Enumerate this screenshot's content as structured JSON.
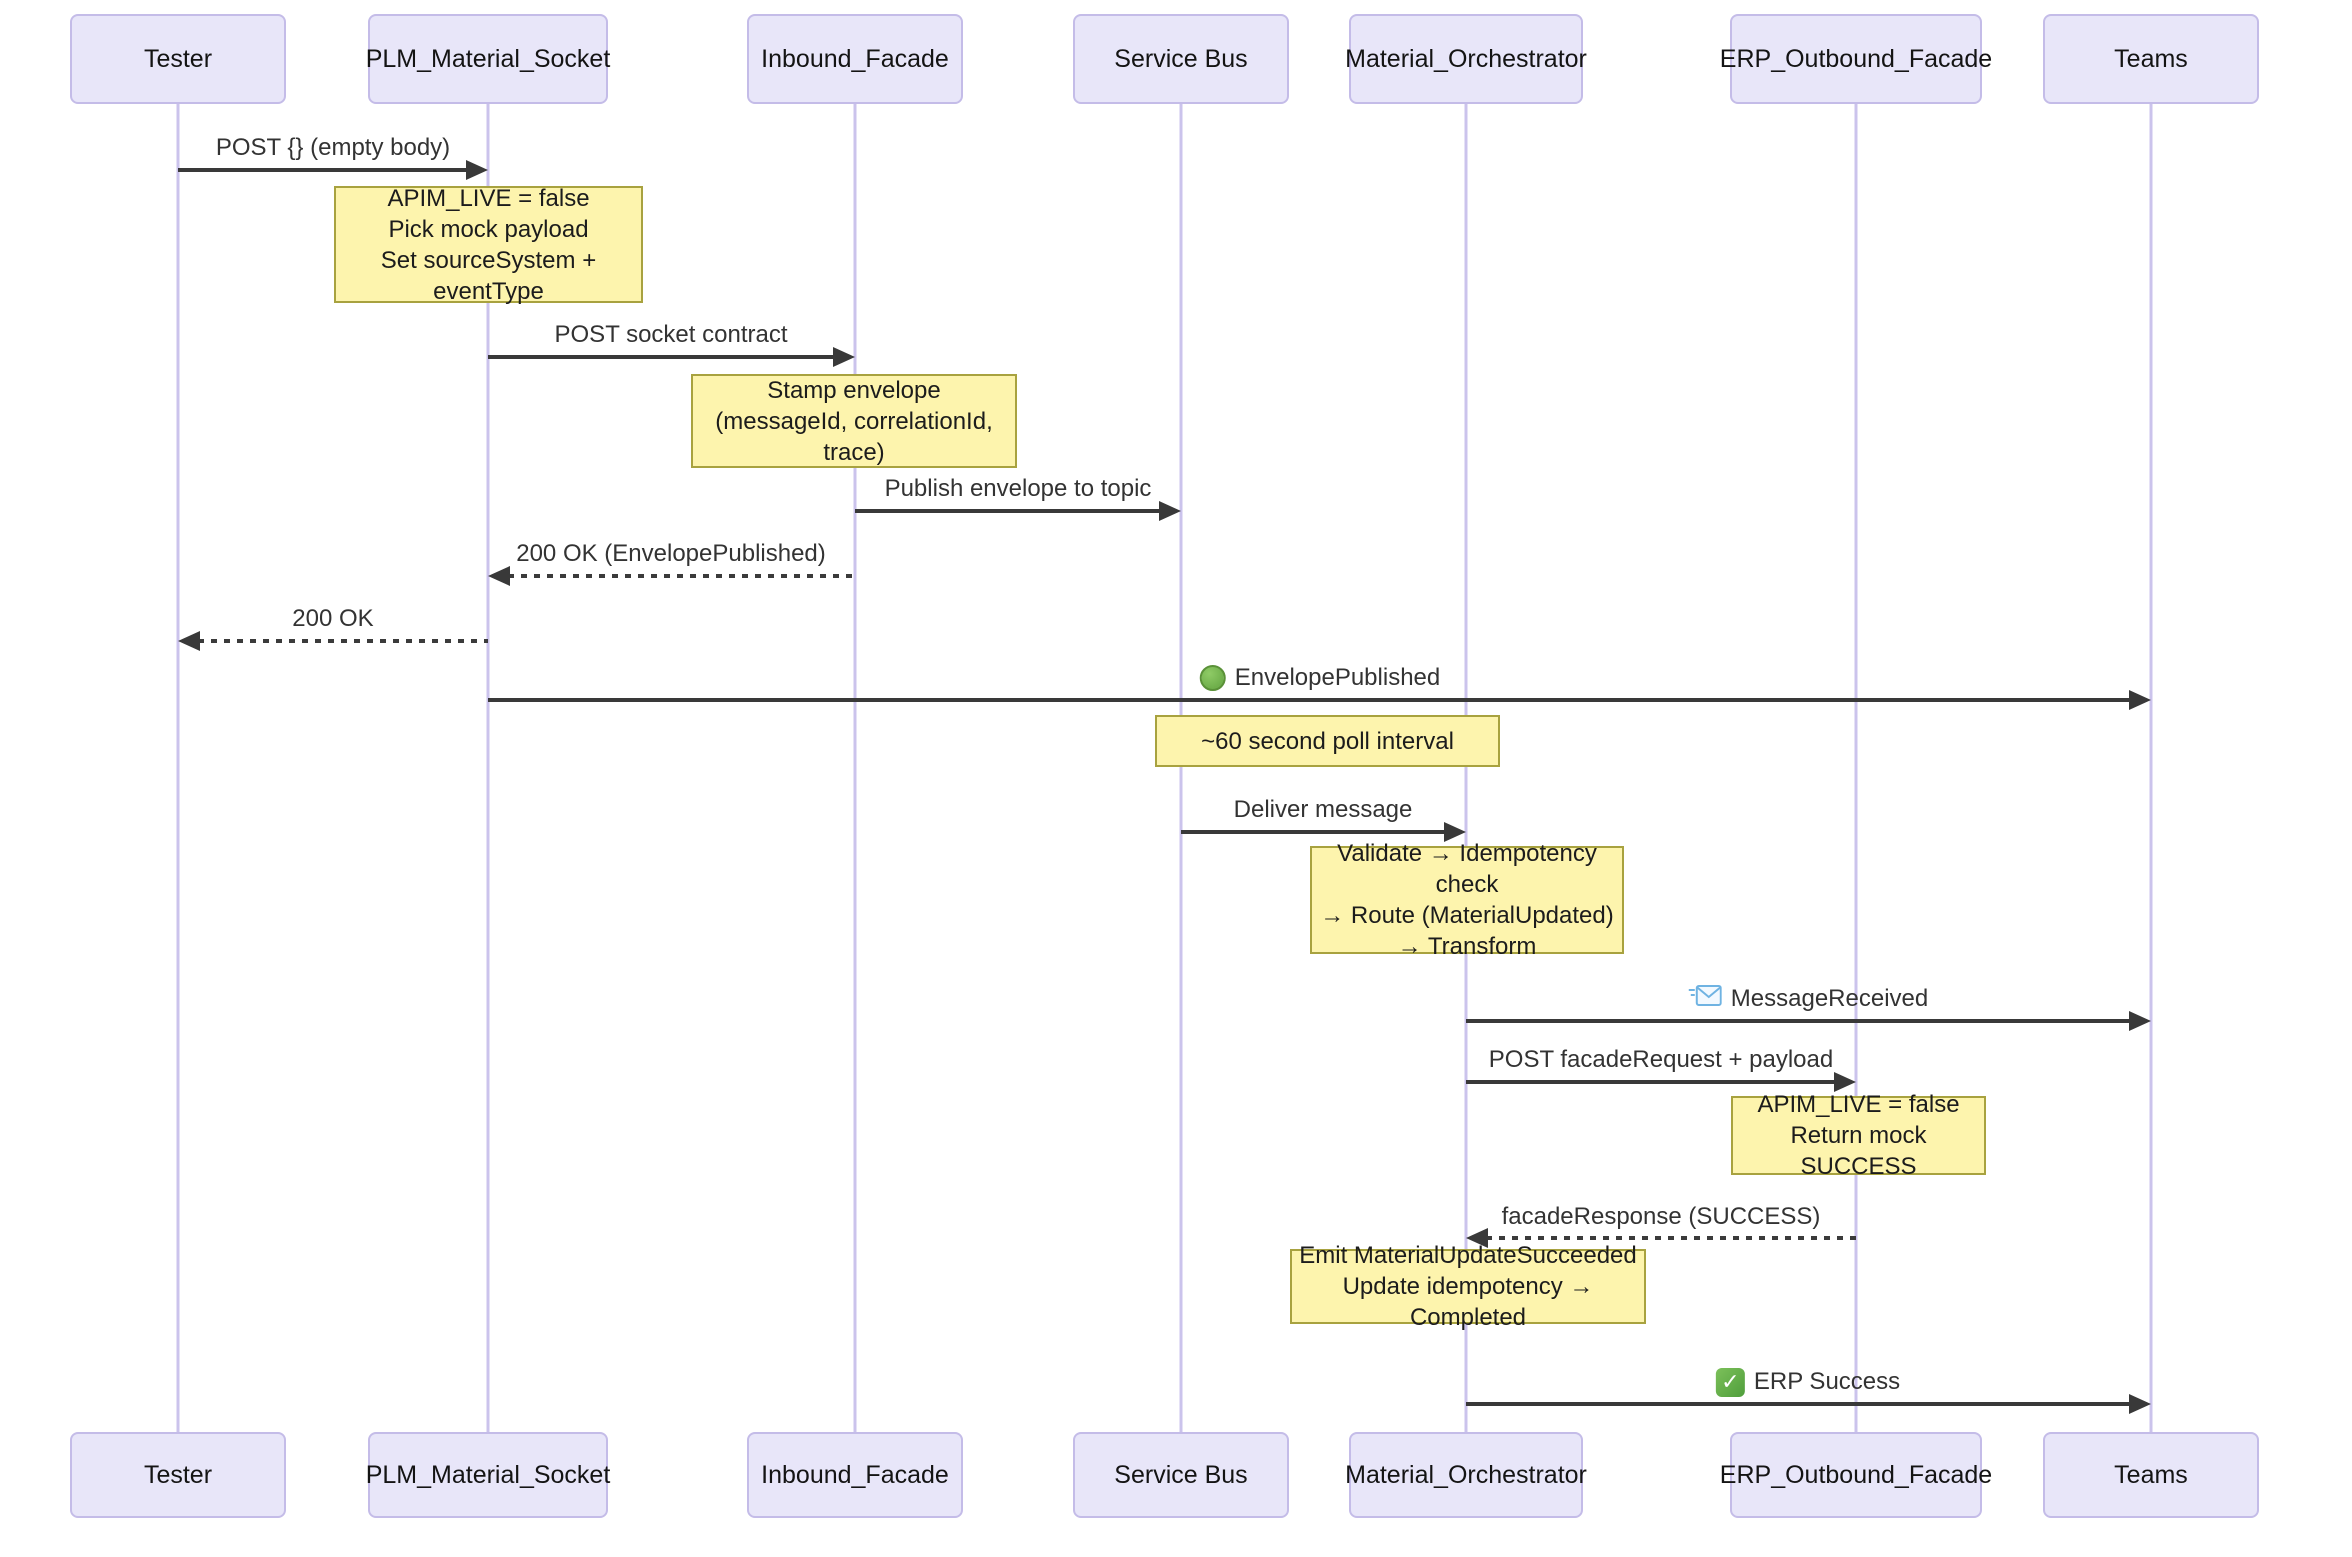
{
  "diagram": {
    "type": "sequence-diagram",
    "participants": [
      {
        "label": "Tester"
      },
      {
        "label": "PLM_Material_Socket"
      },
      {
        "label": "Inbound_Facade"
      },
      {
        "label": "Service Bus"
      },
      {
        "label": "Material_Orchestrator"
      },
      {
        "label": "ERP_Outbound_Facade"
      },
      {
        "label": "Teams"
      }
    ],
    "messages": [
      {
        "label": "POST {} (empty body)",
        "from": "Tester",
        "to": "PLM_Material_Socket",
        "style": "solid"
      },
      {
        "label": "POST socket contract",
        "from": "PLM_Material_Socket",
        "to": "Inbound_Facade",
        "style": "solid"
      },
      {
        "label": "Publish envelope to topic",
        "from": "Inbound_Facade",
        "to": "Service Bus",
        "style": "solid"
      },
      {
        "label": "200 OK (EnvelopePublished)",
        "from": "Inbound_Facade",
        "to": "PLM_Material_Socket",
        "style": "dashed"
      },
      {
        "label": "200 OK",
        "from": "PLM_Material_Socket",
        "to": "Tester",
        "style": "dashed"
      },
      {
        "label": "EnvelopePublished",
        "icon": "green-circle",
        "from": "PLM_Material_Socket",
        "to": "Teams",
        "style": "solid"
      },
      {
        "label": "Deliver message",
        "from": "Service Bus",
        "to": "Material_Orchestrator",
        "style": "solid"
      },
      {
        "label": "MessageReceived",
        "icon": "incoming-envelope",
        "from": "Material_Orchestrator",
        "to": "Teams",
        "style": "solid"
      },
      {
        "label": "POST facadeRequest + payload",
        "from": "Material_Orchestrator",
        "to": "ERP_Outbound_Facade",
        "style": "solid"
      },
      {
        "label": "facadeResponse (SUCCESS)",
        "from": "ERP_Outbound_Facade",
        "to": "Material_Orchestrator",
        "style": "dashed"
      },
      {
        "label": "ERP Success",
        "icon": "check-mark",
        "from": "Material_Orchestrator",
        "to": "Teams",
        "style": "solid"
      }
    ],
    "notes": [
      {
        "over": "PLM_Material_Socket",
        "lines": [
          "APIM_LIVE = false",
          "Pick mock payload",
          "Set sourceSystem + eventType"
        ]
      },
      {
        "over": "Inbound_Facade",
        "lines": [
          "Stamp envelope",
          "(messageId, correlationId, trace)"
        ]
      },
      {
        "over": "Service Bus, Material_Orchestrator",
        "lines": [
          "~60 second poll interval"
        ]
      },
      {
        "over": "Material_Orchestrator",
        "lines": [
          "Validate → Idempotency check",
          "→ Route (MaterialUpdated)",
          "→ Transform"
        ]
      },
      {
        "over": "ERP_Outbound_Facade",
        "lines": [
          "APIM_LIVE = false",
          "Return mock SUCCESS"
        ]
      },
      {
        "over": "Material_Orchestrator",
        "lines": [
          "Emit MaterialUpdateSucceeded",
          "Update idempotency → Completed"
        ]
      }
    ],
    "colors": {
      "actor_fill": "#e8e6f9",
      "actor_border": "#c4bce8",
      "lifeline": "#cbc3ec",
      "note_fill": "#fdf4ad",
      "note_border": "#a8a23f",
      "arrow": "#393939",
      "icon_green": "#6faf4b",
      "icon_blue": "#6fb3e2"
    }
  }
}
